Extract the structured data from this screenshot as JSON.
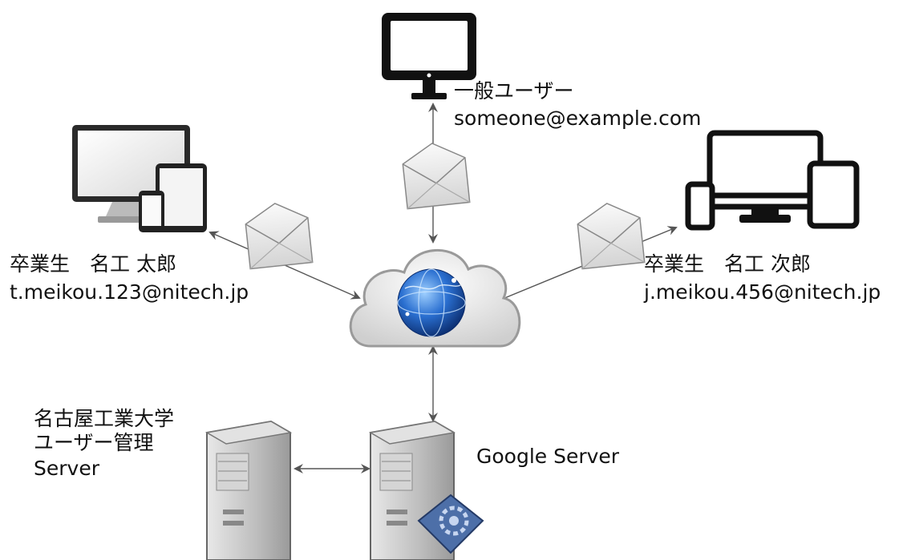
{
  "users": {
    "general": {
      "name": "一般ユーザー",
      "email": "someone@example.com"
    },
    "graduate1": {
      "name": "卒業生　名工 太郎",
      "email": "t.meikou.123@nitech.jp"
    },
    "graduate2": {
      "name": "卒業生　名工 次郎",
      "email": "j.meikou.456@nitech.jp"
    }
  },
  "servers": {
    "nitech": {
      "line1": "名古屋工業大学",
      "line2": "ユーザー管理",
      "line3": "Server"
    },
    "google": {
      "name": "Google Server"
    }
  },
  "icons": [
    "desktop-monitor-icon",
    "multi-device-icon",
    "responsive-devices-icon",
    "envelope-icon",
    "cloud-globe-icon",
    "server-tower-icon",
    "google-apps-badge-icon"
  ]
}
